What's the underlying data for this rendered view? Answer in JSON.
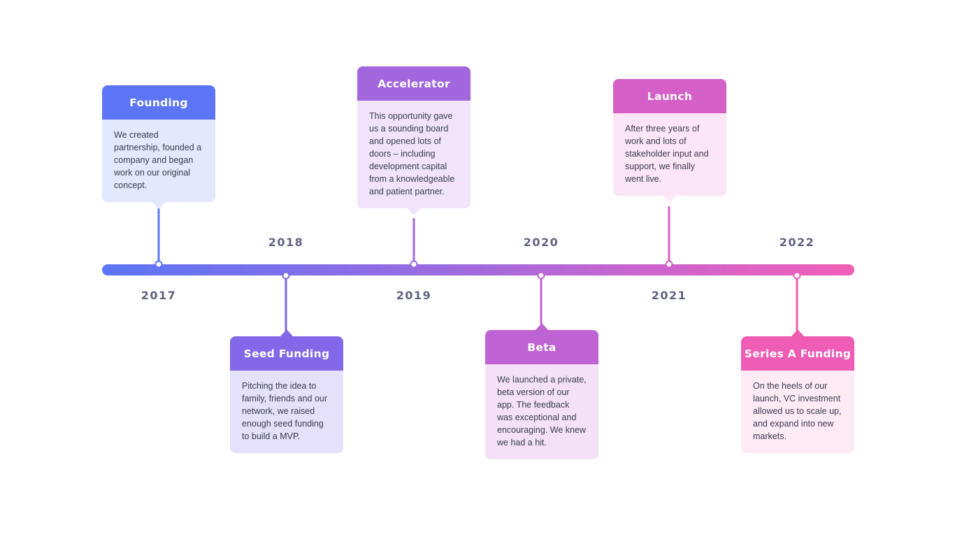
{
  "timeline": {
    "years": [
      {
        "label": "2017"
      },
      {
        "label": "2018"
      },
      {
        "label": "2019"
      },
      {
        "label": "2020"
      },
      {
        "label": "2021"
      },
      {
        "label": "2022"
      }
    ],
    "milestones": [
      {
        "title": "Founding",
        "text": "We created partnership, founded a company and began work on our original concept.",
        "accent": "#5b75f6",
        "bg": "#e2e8fd"
      },
      {
        "title": "Seed Funding",
        "text": "Pitching the idea to family, friends and our network, we raised enough seed funding to build a MVP.",
        "accent": "#8267e8",
        "bg": "#e5e0fc"
      },
      {
        "title": "Accelerator",
        "text": "This opportunity gave us a sounding board and opened lots of doors – including development capital from a knowledgeable and patient partner.",
        "accent": "#a266dd",
        "bg": "#f1e3fb"
      },
      {
        "title": "Beta",
        "text": "We launched a private, beta version of our app. The feedback was exceptional and encouraging. We knew we had a hit.",
        "accent": "#bf62d3",
        "bg": "#f4e1f7"
      },
      {
        "title": "Launch",
        "text": "After three years of work and lots of stakeholder input and support, we finally went live.",
        "accent": "#d45fc6",
        "bg": "#fce5f6"
      },
      {
        "title": "Series A Funding",
        "text": "On the heels of our launch, VC investment allowed us to scale up, and expand into new markets.",
        "accent": "#ee5cb5",
        "bg": "#fdeaf5"
      }
    ]
  }
}
